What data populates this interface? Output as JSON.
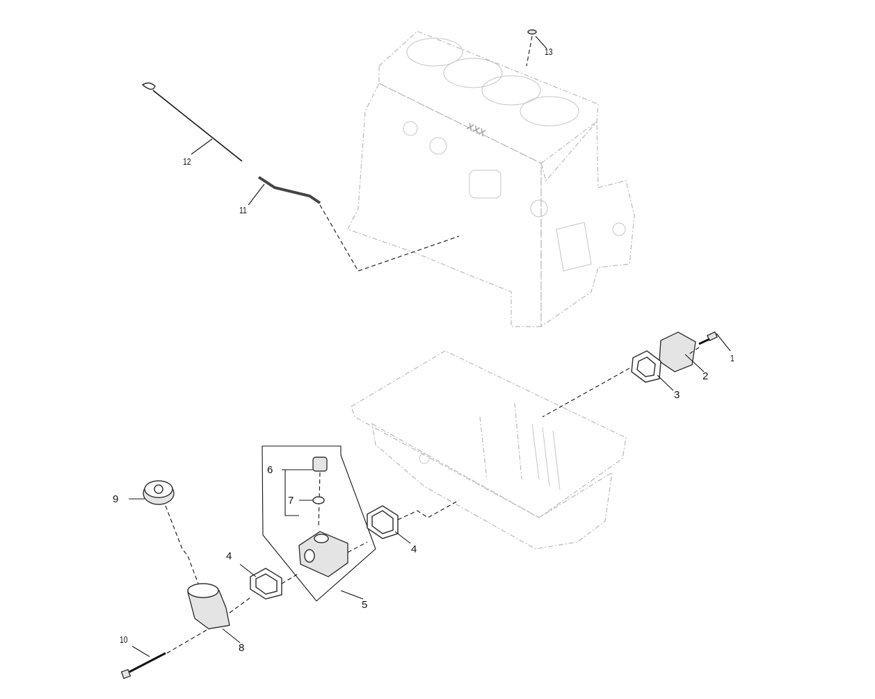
{
  "diagram": {
    "block_casting_mark": "XXX",
    "callouts": [
      {
        "id": "1",
        "label": "1"
      },
      {
        "id": "2",
        "label": "2"
      },
      {
        "id": "3",
        "label": "3"
      },
      {
        "id": "4a",
        "label": "4"
      },
      {
        "id": "4b",
        "label": "4"
      },
      {
        "id": "5",
        "label": "5"
      },
      {
        "id": "6",
        "label": "6"
      },
      {
        "id": "7",
        "label": "7"
      },
      {
        "id": "8",
        "label": "8"
      },
      {
        "id": "9",
        "label": "9"
      },
      {
        "id": "10",
        "label": "10"
      },
      {
        "id": "11",
        "label": "11"
      },
      {
        "id": "12",
        "label": "12"
      },
      {
        "id": "13",
        "label": "13"
      }
    ]
  }
}
